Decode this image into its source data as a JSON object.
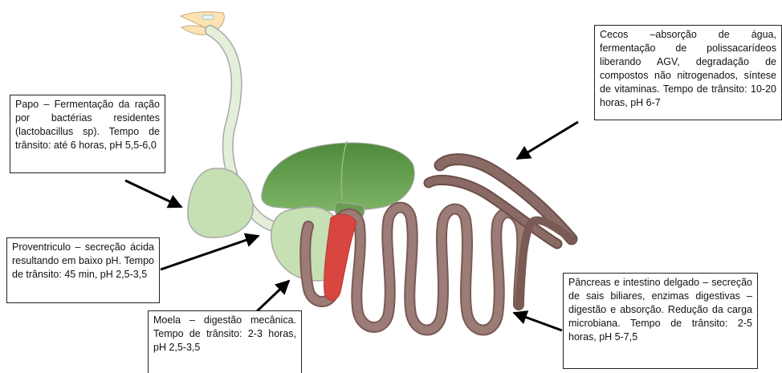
{
  "labels": {
    "papo": "Papo – Fermentação da ração por bactérias residentes (lactobacillus sp). Tempo de trânsito: até 6 horas, pH 5,5-6,0",
    "proventriculo": "Proventriculo – secreção ácida resultando em baixo pH. Tempo de trânsito: 45 min, pH 2,5-3,5",
    "moela": "Moela – digestão mecânica. Tempo de trânsito: 2-3 horas, pH 2,5-3,5",
    "cecos": "Cecos –absorção de água, fermentação de polissacarídeos liberando AGV, degradação de compostos não nitrogenados, síntese de vitaminas. Tempo de trânsito: 10-20 horas, pH 6-7",
    "pancreas": "Pâncreas e intestino delgado – secreção de sais biliares, enzimas digestivas – digestão e absorção. Redução da carga microbiana. Tempo de trânsito: 2-5 horas, pH 5-7,5"
  },
  "colors": {
    "beak": "#fde3b4",
    "esophagus": "#e4efd9",
    "organ_light_green": "#c6e0b4",
    "liver": "#70a85a",
    "liver_dark": "#4e8a3a",
    "intestine": "#8b6b65",
    "ceca": "#7a5a55",
    "pancreas_red": "#d9453f",
    "outline": "#a0a0a0",
    "arrow": "#000000"
  }
}
